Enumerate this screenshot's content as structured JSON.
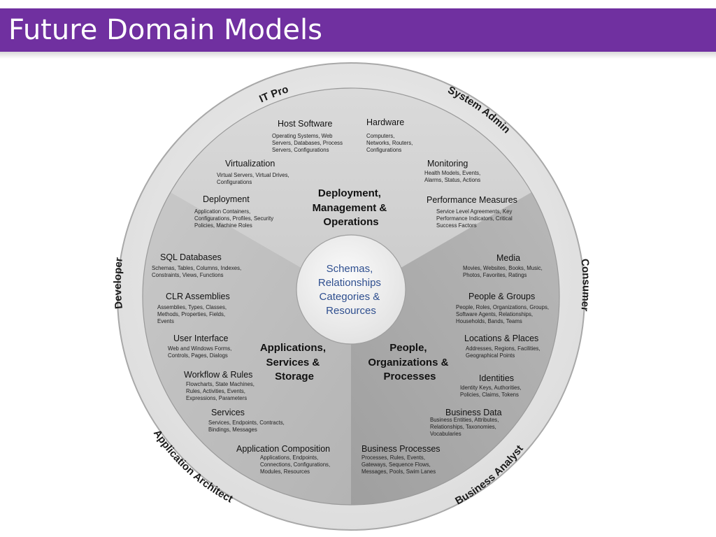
{
  "title": "Future Domain Models",
  "colors": {
    "title_bar": "#7030a0",
    "title_text": "#ffffff",
    "outer_ring": "#ebebeb",
    "top_sector": "#d2d2d2",
    "left_sector": "#bdbdbd",
    "right_sector": "#a9a9a9",
    "center_fill": "#eeeeee",
    "center_text": "#2f4f8f"
  },
  "ring_labels": {
    "it_pro": "IT Pro",
    "system_admin": "System Admin",
    "developer": "Developer",
    "consumer": "Consumer",
    "application_architect": "Application Architect",
    "business_analyst": "Business Analyst"
  },
  "center": {
    "lines": [
      "Schemas,",
      "Relationships",
      "Categories &",
      "Resources"
    ]
  },
  "sections": {
    "operations": {
      "lines": [
        "Deployment,",
        "Management &",
        "Operations"
      ]
    },
    "applications": {
      "lines": [
        "Applications,",
        "Services &",
        "Storage"
      ]
    },
    "people": {
      "lines": [
        "People,",
        "Organizations &",
        "Processes"
      ]
    }
  },
  "items": {
    "host_software": {
      "title": "Host Software",
      "desc": [
        "Operating Systems, Web",
        "Servers, Databases, Process",
        "Servers, Configurations"
      ]
    },
    "hardware": {
      "title": "Hardware",
      "desc": [
        "Computers,",
        "Networks, Routers,",
        "Configurations"
      ]
    },
    "virtualization": {
      "title": "Virtualization",
      "desc": [
        "Virtual Servers, Virtual Drives,",
        "Configurations"
      ]
    },
    "monitoring": {
      "title": "Monitoring",
      "desc": [
        "Health Models, Events,",
        "Alarms, Status, Actions"
      ]
    },
    "deployment": {
      "title": "Deployment",
      "desc": [
        "Application Containers,",
        "Configurations, Profiles, Security",
        "Policies, Machine Roles"
      ]
    },
    "performance_measures": {
      "title": "Performance Measures",
      "desc": [
        "Service Level Agreements, Key",
        "Performance Indicators, Critical",
        "Success Factors"
      ]
    },
    "sql_databases": {
      "title": "SQL Databases",
      "desc": [
        "Schemas, Tables, Columns, Indexes,",
        "Constraints, Views, Functions"
      ]
    },
    "clr_assemblies": {
      "title": "CLR Assemblies",
      "desc": [
        "Assemblies, Types, Classes,",
        "Methods, Properties, Fields,",
        "Events"
      ]
    },
    "user_interface": {
      "title": "User Interface",
      "desc": [
        "Web and Windows Forms,",
        "Controls, Pages, Dialogs"
      ]
    },
    "workflow_rules": {
      "title": "Workflow & Rules",
      "desc": [
        "Flowcharts, State Machines,",
        "Rules, Activities, Events,",
        "Expressions, Parameters"
      ]
    },
    "services": {
      "title": "Services",
      "desc": [
        "Services, Endpoints, Contracts,",
        "Bindings, Messages"
      ]
    },
    "application_composition": {
      "title": "Application Composition",
      "desc": [
        "Applications, Endpoints,",
        "Connections, Configurations,",
        "Modules, Resources"
      ]
    },
    "media": {
      "title": "Media",
      "desc": [
        "Movies, Websites, Books, Music,",
        "Photos, Favorites, Ratings"
      ]
    },
    "people_groups": {
      "title": "People & Groups",
      "desc": [
        "People, Roles, Organizations, Groups,",
        "Software Agents, Relationships,",
        "Households, Bands, Teams"
      ]
    },
    "locations_places": {
      "title": "Locations & Places",
      "desc": [
        "Addresses, Regions, Facilities,",
        "Geographical Points"
      ]
    },
    "identities": {
      "title": "Identities",
      "desc": [
        "Identity Keys, Authorities,",
        "Policies, Claims, Tokens"
      ]
    },
    "business_data": {
      "title": "Business Data",
      "desc": [
        "Business Entities, Attributes,",
        "Relationships, Taxonomies,",
        "Vocabularies"
      ]
    },
    "business_processes": {
      "title": "Business Processes",
      "desc": [
        "Processes, Rules, Events,",
        "Gateways, Sequence Flows,",
        "Messages, Pools, Swim Lanes"
      ]
    }
  }
}
